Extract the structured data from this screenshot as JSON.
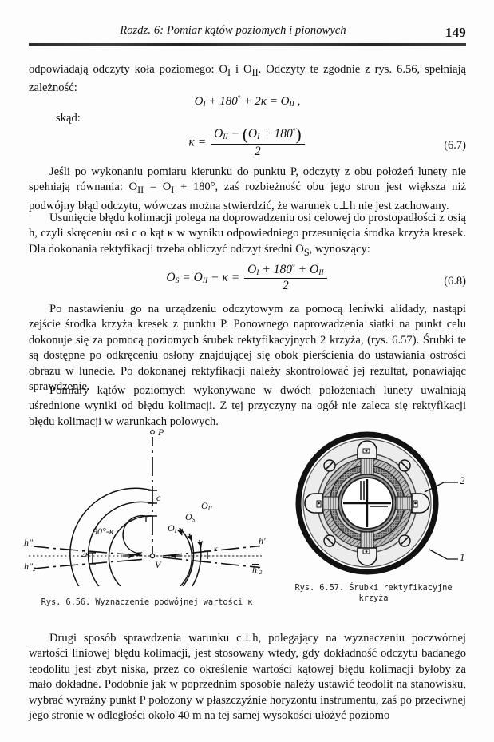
{
  "header": {
    "title": "Rozdz. 6: Pomiar kątów poziomych i pionowych",
    "page_number": "149"
  },
  "body": {
    "para1": "odpowiadają odczyty koła poziomego: O<sub>I</sub> i O<sub>II</sub>. Odczyty te zgodnie z rys. 6.56, spełniają zależność:",
    "skad_label": "skąd:",
    "para2": "Jeśli po wykonaniu pomiaru kierunku do punktu P, odczyty z obu położeń lunety nie spełniają równania: O<sub>II</sub> = O<sub>I</sub> + 180°, zaś rozbieżność obu jego stron jest większa niż podwójny błąd odczytu, wówczas można stwierdzić, że warunek c⊥h nie jest zachowany.",
    "para3": "Usunięcie błędu kolimacji polega na doprowadzeniu osi celowej do prostopadłości z osią h, czyli skręceniu osi c o kąt κ w wyniku odpowiedniego przesunięcia środka krzyża kresek. Dla dokonania rektyfikacji trzeba obliczyć odczyt średni O<sub>S</sub>, wynoszący:",
    "para4": "Po nastawieniu go na urządzeniu odczytowym za pomocą leniwki alidady, nastąpi zejście środka krzyża kresek z punktu P. Ponownego naprowadzenia siatki na punkt celu dokonuje się za pomocą poziomych śrubek rektyfikacyjnych 2 krzyża, (rys. 6.57). Śrubki te są dostępne po odkręceniu osłony znajdującej się obok pierścienia do ustawiania ostrości obrazu w lunecie. Po dokonanej rektyfikacji należy skontrolować jej rezultat, ponawiając sprawdzenie.",
    "para5": "Pomiary kątów poziomych wykonywane w dwóch położeniach lunety uwalniają uśrednione wyniki od błędu kolimacji. Z tej przyczyny na ogół nie zaleca się rektyfikacji błędu kolimacji w warunkach polowych.",
    "para6": "Drugi sposób sprawdzenia warunku c⊥h, polegający na wyznaczeniu poczwórnej wartości liniowej błędu kolimacji, jest stosowany wtedy, gdy dokładność odczytu badanego teodolitu jest zbyt niska, przez co określenie wartości kątowej błędu kolimacji byłoby za mało dokładne. Podobnie jak w poprzednim sposobie należy ustawić teodolit na stanowisku, wybrać wyraźny punkt P położony w płaszczyźnie horyzontu instrumentu, zaś po przeciwnej jego stronie w odległości około 40 m na tej samej wysokości ułożyć poziomo"
  },
  "equations": {
    "eq1": {
      "text": "O_I + 180° + 2κ = O_II ,",
      "number": ""
    },
    "eq67": {
      "lhs": "κ =",
      "numerator": "O_II − (O_I + 180°)",
      "denominator": "2",
      "number": "(6.7)"
    },
    "eq68": {
      "lhs": "O_S = O_II − κ =",
      "numerator": "O_I + 180° + O_II",
      "denominator": "2",
      "number": "(6.8)"
    },
    "symbols": {
      "O": "O",
      "sub_I": "I",
      "sub_II": "II",
      "sub_S": "S",
      "kappa": "κ",
      "deg180": "180",
      "degree": "°",
      "two": "2",
      "minus": "−",
      "plus": "+",
      "equals": "=",
      "comma": ","
    }
  },
  "figure_656": {
    "caption": "Rys. 6.56. Wyznaczenie podwójnej wartości κ",
    "labels": {
      "point_p": "P",
      "axis_c": "c",
      "vertex_v": "V",
      "angle_90": "90°-",
      "kappa": "κ",
      "arc_inner": "O",
      "arc_inner_sub": "I",
      "arc_mid": "O",
      "arc_mid_sub": "S",
      "arc_outer": "O",
      "arc_outer_sub": "II",
      "left_upper": "h\"",
      "left_lower": "h\"",
      "left_lower_sub": "2",
      "right_upper": "h'",
      "right_lower": "h'",
      "right_lower_sub": "2",
      "angle_2k": "2κ",
      "angle_k_right": "κ"
    }
  },
  "figure_657": {
    "caption_line1": "Rys. 6.57. Śrubki rektyfikacyjne",
    "caption_line2": "krzyża",
    "callouts": {
      "outer": "1",
      "screw": "2"
    }
  },
  "colors": {
    "ink": "#101010",
    "paper": "#fdfdfd",
    "rule": "#1a1a1a",
    "ring_dark": "#2b2b2b",
    "ring_mid": "#6e6e6e",
    "ring_light": "#c9c9c9",
    "ring_pale": "#e3e3e3"
  }
}
